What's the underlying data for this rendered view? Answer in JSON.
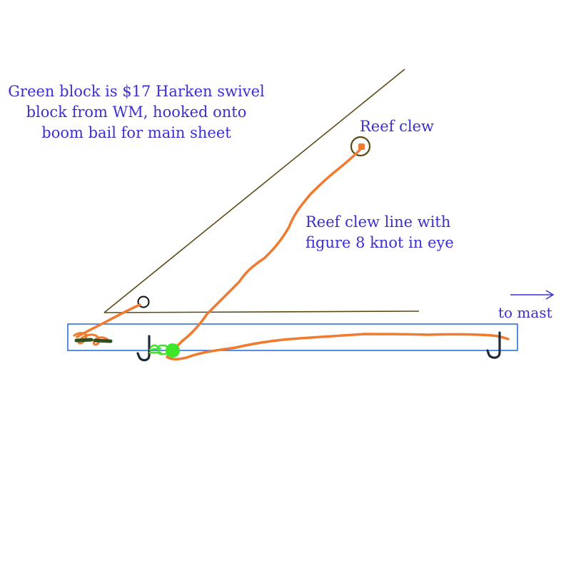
{
  "annotations": {
    "green_block_note": [
      "Green block is $17 Harken swivel",
      "block from WM, hooked onto",
      "boom bail for main sheet"
    ],
    "reef_clew_label": "Reef clew",
    "reef_line_note": [
      "Reef clew line with",
      "figure 8 knot in eye"
    ],
    "to_mast_label": "to mast"
  },
  "colors": {
    "annotation_text": "#3b2fd0",
    "sail_outline": "#5a4a14",
    "boom_outline": "#2f6fe0",
    "reef_line": "#f07a2e",
    "green_block": "#3ee62a",
    "cleat": "#2f4f1f",
    "hook": "#1e2a3a"
  }
}
